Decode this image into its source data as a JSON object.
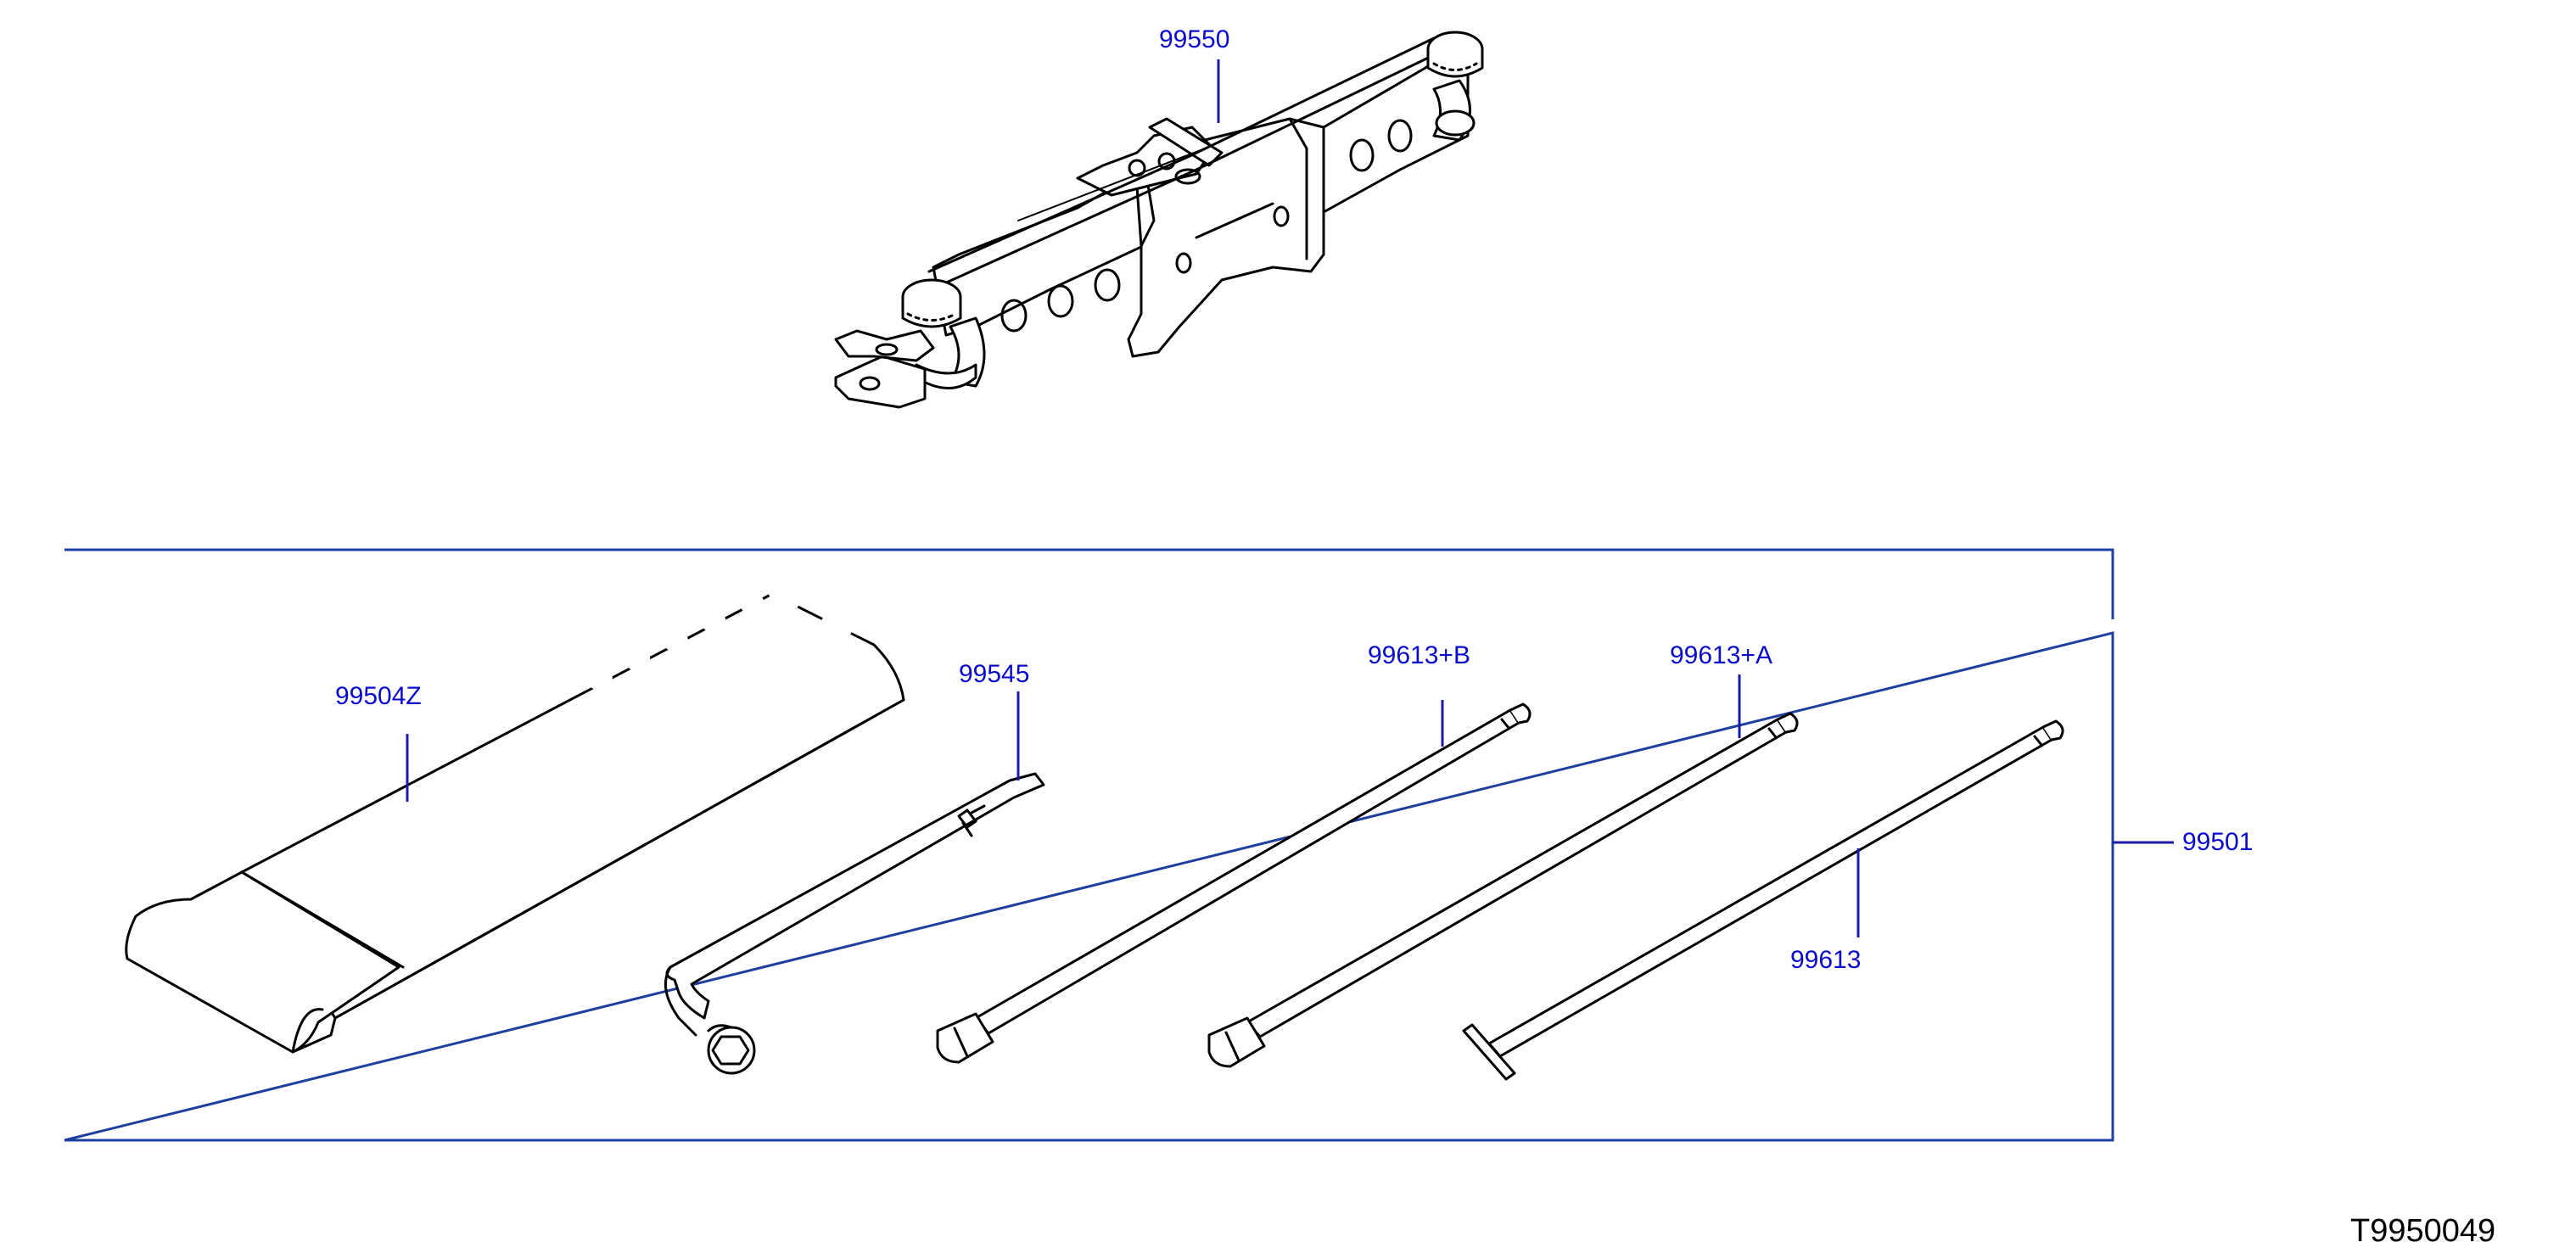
{
  "callouts": {
    "jack": "99550",
    "tool_bag": "99504Z",
    "wheel_wrench": "99545",
    "ext_bar_b": "99613+B",
    "ext_bar_a": "99613+A",
    "jack_handle": "99613",
    "tool_kit": "99501"
  },
  "diagram_code": "T9950049",
  "colors": {
    "callout": "#0a0acc",
    "leader": "#1a1aa8",
    "frame": "#1f3f9f",
    "drawing": "#000000"
  }
}
